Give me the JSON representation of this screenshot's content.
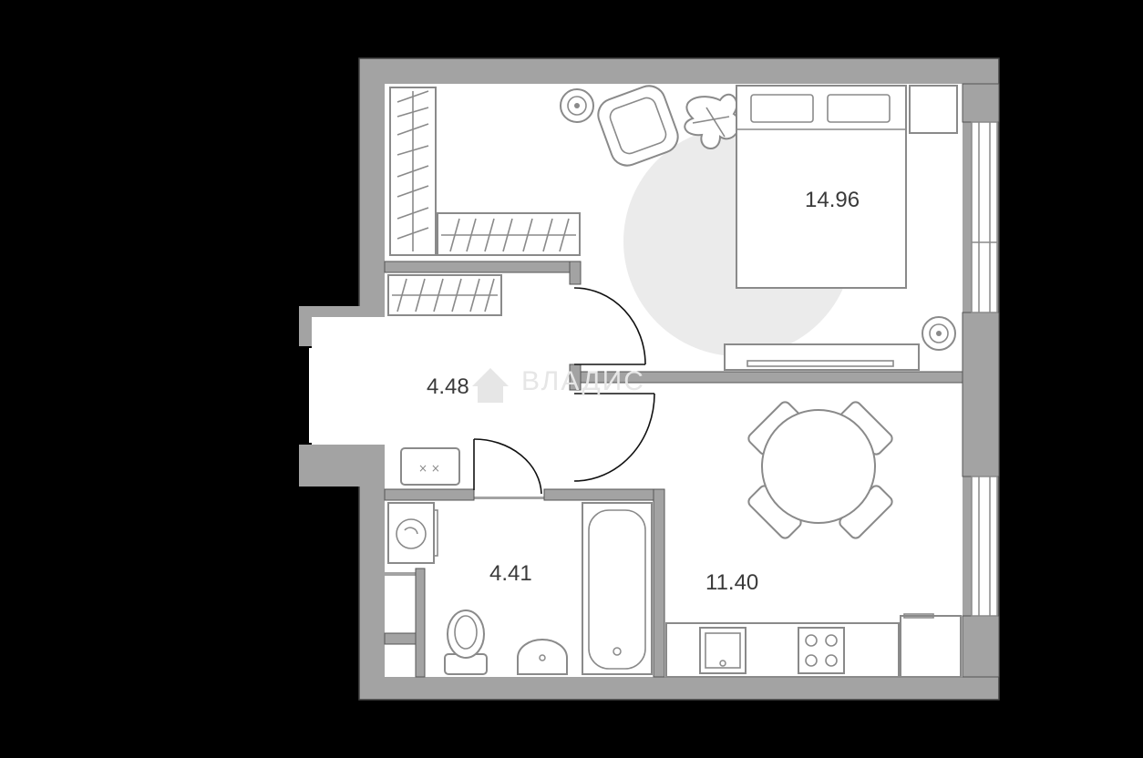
{
  "rooms": {
    "bedroom": {
      "area": "14.96"
    },
    "hallway": {
      "area": "4.48"
    },
    "bathroom": {
      "area": "4.41"
    },
    "kitchen": {
      "area": "11.40"
    }
  },
  "watermark": {
    "text": "ВЛАДИС"
  },
  "colors": {
    "wall": "#a3a3a3",
    "floor": "#ffffff",
    "background": "#000000",
    "furniture_stroke": "#8a8a8a",
    "rug": "#ebebeb"
  }
}
